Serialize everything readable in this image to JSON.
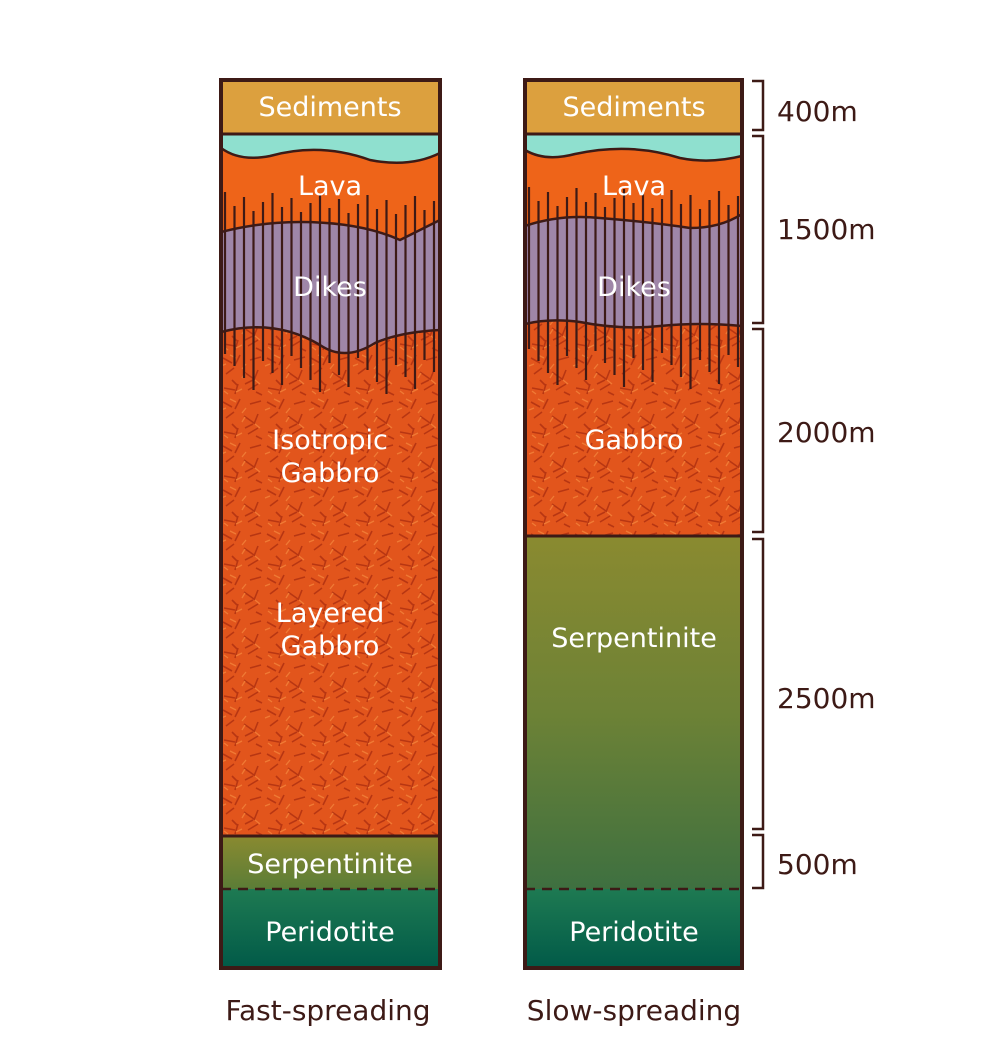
{
  "columns": {
    "fast": {
      "caption": "Fast-spreading",
      "sediments": "Sediments",
      "lava": "Lava",
      "dikes": "Dikes",
      "isotropic_line1": "Isotropic",
      "isotropic_line2": "Gabbro",
      "layered_line1": "Layered",
      "layered_line2": "Gabbro",
      "serpentinite": "Serpentinite",
      "peridotite": "Peridotite"
    },
    "slow": {
      "caption": "Slow-spreading",
      "sediments": "Sediments",
      "lava": "Lava",
      "dikes": "Dikes",
      "gabbro": "Gabbro",
      "serpentinite": "Serpentinite",
      "peridotite": "Peridotite"
    }
  },
  "depths": [
    "400m",
    "1500m",
    "2000m",
    "2500m",
    "500m"
  ],
  "colors": {
    "outline": "#3d1a16",
    "sediments": "#dca03e",
    "water": "#8fe0cf",
    "lava": "#ee6419",
    "dikes": "#9f86a8",
    "gabbro": "#e2551c",
    "serpentinite_top": "#8a8a30",
    "serpentinite_bottom": "#3e7040",
    "peridotite_top": "#1e7a52",
    "peridotite_bottom": "#015a48"
  }
}
